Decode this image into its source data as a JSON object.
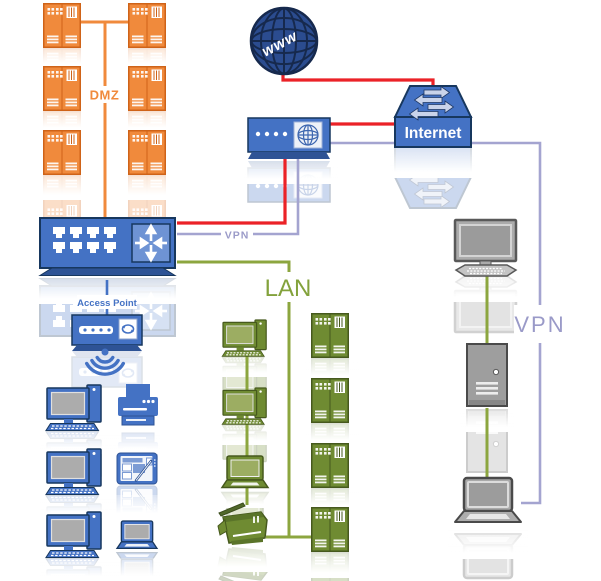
{
  "labels": {
    "dmz": "DMZ",
    "internet": "Internet",
    "www": "www",
    "access_point": "Access Point",
    "lan": "LAN",
    "vpn_tunnel": "VPN",
    "vpn_zone": "VPN"
  },
  "colors": {
    "dmz_orange": "#F08A3C",
    "device_blue": "#4472C4",
    "device_blue_dark": "#17375E",
    "lan_green": "#6F8B32",
    "lan_line_green": "#8CA63F",
    "wan_red": "#EB2227",
    "vpn_purple": "#A4A4D0",
    "remote_gray": "#A8A8A8",
    "globe_navy": "#2B4C8F"
  },
  "zones": {
    "dmz_server_count": 6,
    "lan_server_count": 4,
    "lan_wired_clients": 4,
    "wifi_clients": 6,
    "vpn_remote_devices": 3
  }
}
